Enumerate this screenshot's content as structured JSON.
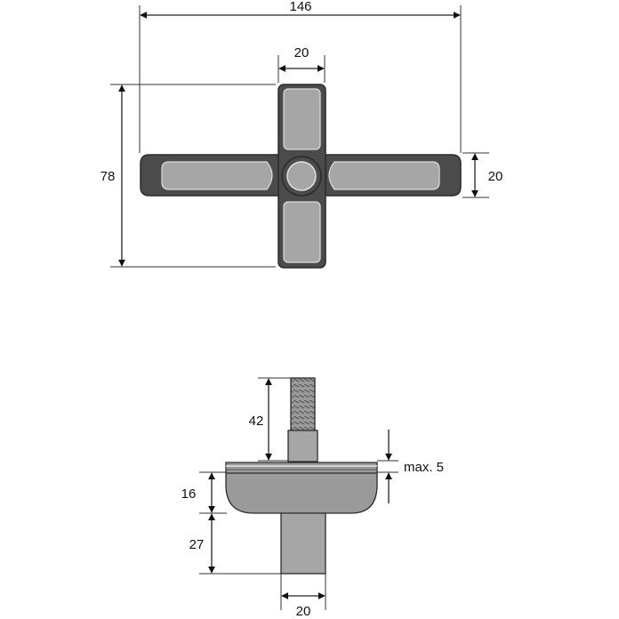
{
  "top_view": {
    "dimensions": {
      "overall_width": "146",
      "arm_width_top": "20",
      "overall_height": "78",
      "arm_thickness_right": "20"
    }
  },
  "side_view": {
    "dimensions": {
      "thread_length": "42",
      "max_gap": "max. 5",
      "base_height": "16",
      "stem_length": "27",
      "stem_width": "20"
    }
  },
  "colors": {
    "body_dark": "#4b4b4b",
    "inset_light": "#a6a6a6",
    "base_fill": "#9a9a9a",
    "outline": "#2b2b2b"
  }
}
